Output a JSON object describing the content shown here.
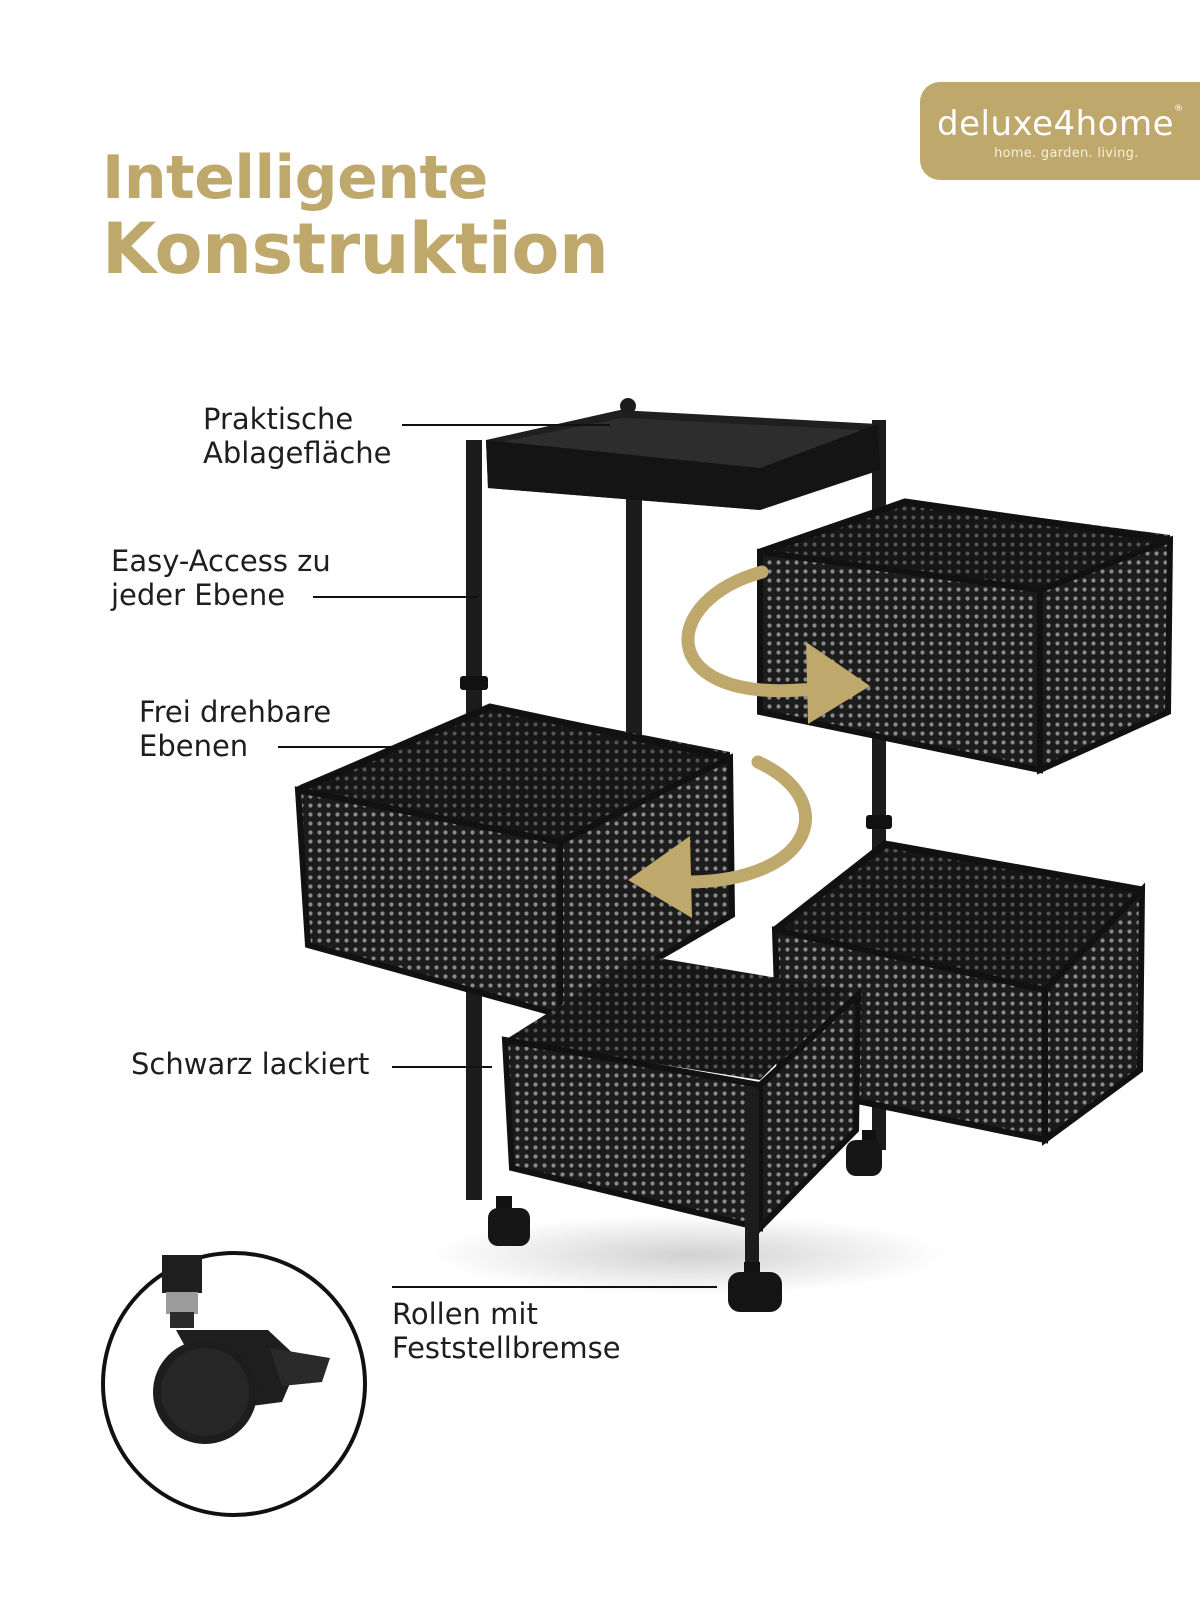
{
  "headline": {
    "line1": "Intelligente",
    "line2": "Konstruktion"
  },
  "logo": {
    "wordmark": "deluxe4home",
    "registered": "®",
    "tagline": "home. garden. living."
  },
  "callouts": {
    "top_shelf": {
      "line1": "Praktische",
      "line2": "Ablagefläche"
    },
    "easy_access": {
      "line1": "Easy-Access zu",
      "line2": "jeder Ebene"
    },
    "rotating": {
      "line1": "Frei drehbare",
      "line2": "Ebenen"
    },
    "finish": {
      "line1": "Schwarz lackiert"
    },
    "wheels": {
      "line1": "Rollen mit",
      "line2": "Feststellbremse"
    }
  },
  "colors": {
    "accent_gold": "#bfa86b",
    "product_black": "#1c1c1c",
    "text": "#1e1e1e"
  },
  "icons": {
    "rotate_arrow": "curved-arrow-icon",
    "wheel_detail": "caster-wheel-icon"
  }
}
